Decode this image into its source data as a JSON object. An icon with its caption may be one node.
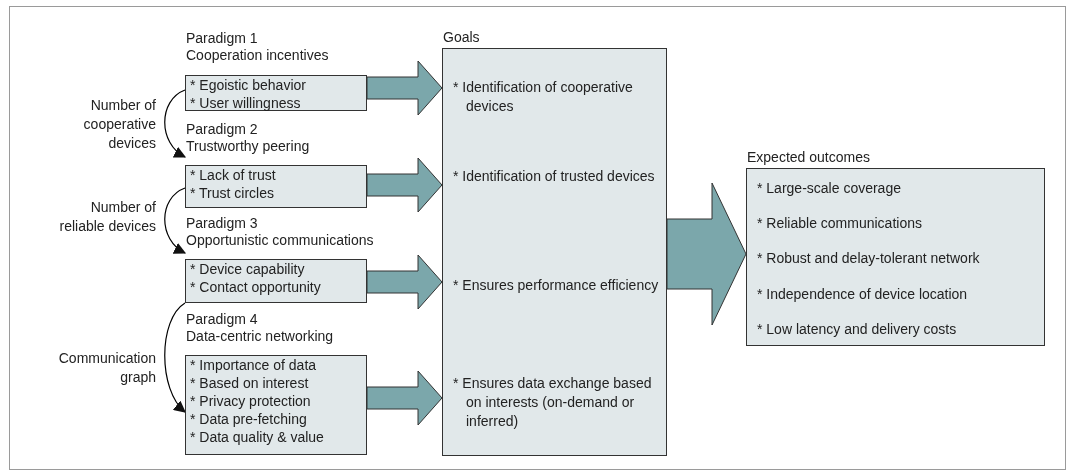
{
  "diagram": {
    "nodes": [
      {
        "text": [
          "Paradigm 1",
          "Cooperation incentives",
          "* Egoistic behavior",
          "* User willingness"
        ]
      },
      {
        "text": [
          "Paradigm 2",
          "Trustworthy peering",
          "* Lack of trust",
          "* Trust circles"
        ]
      },
      {
        "text": [
          "Paradigm 3",
          "Opportunistic communications",
          "* Device capability",
          "* Contact opportunity"
        ]
      },
      {
        "text": [
          "Paradigm 4",
          "Data-centric networking",
          "* Importance of data",
          "* Based on interest",
          "* Privacy protection",
          "* Data pre-fetching",
          "* Data quality & value"
        ]
      },
      {
        "text": [
          "Goals",
          "* Identification of cooperative devices",
          "* Identification of trusted devices",
          "* Ensures performance efficiency",
          "* Ensures data exchange based on interests (on-demand or inferred)"
        ]
      },
      {
        "text": [
          "Expected outcomes",
          "* Large-scale coverage",
          "* Reliable communications",
          "* Robust and delay-tolerant network",
          "* Independence of device location",
          "* Low latency and delivery costs"
        ]
      }
    ],
    "edges": [
      {
        "from": 0,
        "to": 4,
        "arrow": "to",
        "style": "thick",
        "color": "#7ba7ab"
      },
      {
        "from": 1,
        "to": 4,
        "arrow": "to",
        "style": "thick",
        "color": "#7ba7ab"
      },
      {
        "from": 2,
        "to": 4,
        "arrow": "to",
        "style": "thick",
        "color": "#7ba7ab"
      },
      {
        "from": 3,
        "to": 4,
        "arrow": "to",
        "style": "thick",
        "color": "#7ba7ab"
      },
      {
        "from": 4,
        "to": 5,
        "arrow": "to",
        "style": "thick",
        "color": "#7ba7ab"
      },
      {
        "from": 0,
        "to": 1,
        "arrow": "to",
        "label": "Number of cooperative devices",
        "color": "#000000"
      },
      {
        "from": 1,
        "to": 2,
        "arrow": "to",
        "label": "Number of reliable devices",
        "color": "#000000"
      },
      {
        "from": 2,
        "to": 3,
        "arrow": "to",
        "label": "Communication graph",
        "color": "#000000"
      }
    ]
  }
}
